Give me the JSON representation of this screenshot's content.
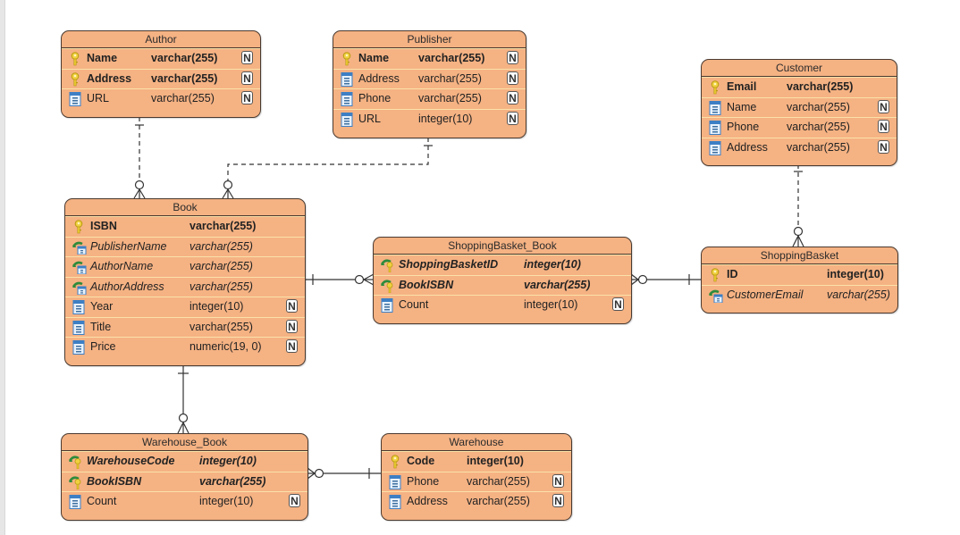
{
  "diagram": {
    "type": "ER diagram",
    "colors": {
      "entity_fill": "#f5b283",
      "entity_border": "#4a3a30",
      "row_divider": "#fbe2a8",
      "connector": "#333333"
    },
    "null_marker": "N",
    "entities": {
      "author": {
        "title": "Author",
        "columns": [
          {
            "name": "Name",
            "type": "varchar(255)",
            "key": "primary",
            "nullable": "N"
          },
          {
            "name": "Address",
            "type": "varchar(255)",
            "key": "primary",
            "nullable": "N"
          },
          {
            "name": "URL",
            "type": "varchar(255)",
            "key": "none",
            "nullable": "N"
          }
        ]
      },
      "publisher": {
        "title": "Publisher",
        "columns": [
          {
            "name": "Name",
            "type": "varchar(255)",
            "key": "primary",
            "nullable": "N"
          },
          {
            "name": "Address",
            "type": "varchar(255)",
            "key": "none",
            "nullable": "N"
          },
          {
            "name": "Phone",
            "type": "varchar(255)",
            "key": "none",
            "nullable": "N"
          },
          {
            "name": "URL",
            "type": "integer(10)",
            "key": "none",
            "nullable": "N"
          }
        ]
      },
      "customer": {
        "title": "Customer",
        "columns": [
          {
            "name": "Email",
            "type": "varchar(255)",
            "key": "primary",
            "nullable": ""
          },
          {
            "name": "Name",
            "type": "varchar(255)",
            "key": "none",
            "nullable": "N"
          },
          {
            "name": "Phone",
            "type": "varchar(255)",
            "key": "none",
            "nullable": "N"
          },
          {
            "name": "Address",
            "type": "varchar(255)",
            "key": "none",
            "nullable": "N"
          }
        ]
      },
      "book": {
        "title": "Book",
        "columns": [
          {
            "name": "ISBN",
            "type": "varchar(255)",
            "key": "primary",
            "nullable": ""
          },
          {
            "name": "PublisherName",
            "type": "varchar(255)",
            "key": "foreign",
            "nullable": ""
          },
          {
            "name": "AuthorName",
            "type": "varchar(255)",
            "key": "foreign",
            "nullable": ""
          },
          {
            "name": "AuthorAddress",
            "type": "varchar(255)",
            "key": "foreign",
            "nullable": ""
          },
          {
            "name": "Year",
            "type": "integer(10)",
            "key": "none",
            "nullable": "N"
          },
          {
            "name": "Title",
            "type": "varchar(255)",
            "key": "none",
            "nullable": "N"
          },
          {
            "name": "Price",
            "type": "numeric(19, 0)",
            "key": "none",
            "nullable": "N"
          }
        ]
      },
      "shoppingbasket_book": {
        "title": "ShoppingBasket_Book",
        "columns": [
          {
            "name": "ShoppingBasketID",
            "type": "integer(10)",
            "key": "primary-foreign",
            "nullable": ""
          },
          {
            "name": "BookISBN",
            "type": "varchar(255)",
            "key": "primary-foreign",
            "nullable": ""
          },
          {
            "name": "Count",
            "type": "integer(10)",
            "key": "none",
            "nullable": "N"
          }
        ]
      },
      "shoppingbasket": {
        "title": "ShoppingBasket",
        "columns": [
          {
            "name": "ID",
            "type": "integer(10)",
            "key": "primary",
            "nullable": ""
          },
          {
            "name": "CustomerEmail",
            "type": "varchar(255)",
            "key": "foreign",
            "nullable": ""
          }
        ]
      },
      "warehouse_book": {
        "title": "Warehouse_Book",
        "columns": [
          {
            "name": "WarehouseCode",
            "type": "integer(10)",
            "key": "primary-foreign",
            "nullable": ""
          },
          {
            "name": "BookISBN",
            "type": "varchar(255)",
            "key": "primary-foreign",
            "nullable": ""
          },
          {
            "name": "Count",
            "type": "integer(10)",
            "key": "none",
            "nullable": "N"
          }
        ]
      },
      "warehouse": {
        "title": "Warehouse",
        "columns": [
          {
            "name": "Code",
            "type": "integer(10)",
            "key": "primary",
            "nullable": ""
          },
          {
            "name": "Phone",
            "type": "varchar(255)",
            "key": "none",
            "nullable": "N"
          },
          {
            "name": "Address",
            "type": "varchar(255)",
            "key": "none",
            "nullable": "N"
          }
        ]
      }
    },
    "relationships": [
      {
        "from": "Author",
        "to": "Book",
        "style": "dashed",
        "from_end": "one",
        "to_end": "zero-or-many"
      },
      {
        "from": "Publisher",
        "to": "Book",
        "style": "dashed",
        "from_end": "one",
        "to_end": "zero-or-many"
      },
      {
        "from": "Book",
        "to": "ShoppingBasket_Book",
        "style": "solid",
        "from_end": "one",
        "to_end": "zero-or-many"
      },
      {
        "from": "ShoppingBasket",
        "to": "ShoppingBasket_Book",
        "style": "solid",
        "from_end": "one",
        "to_end": "zero-or-many"
      },
      {
        "from": "Customer",
        "to": "ShoppingBasket",
        "style": "dashed",
        "from_end": "one",
        "to_end": "zero-or-many"
      },
      {
        "from": "Book",
        "to": "Warehouse_Book",
        "style": "solid",
        "from_end": "one",
        "to_end": "zero-or-many"
      },
      {
        "from": "Warehouse",
        "to": "Warehouse_Book",
        "style": "solid",
        "from_end": "one",
        "to_end": "zero-or-many"
      }
    ]
  }
}
